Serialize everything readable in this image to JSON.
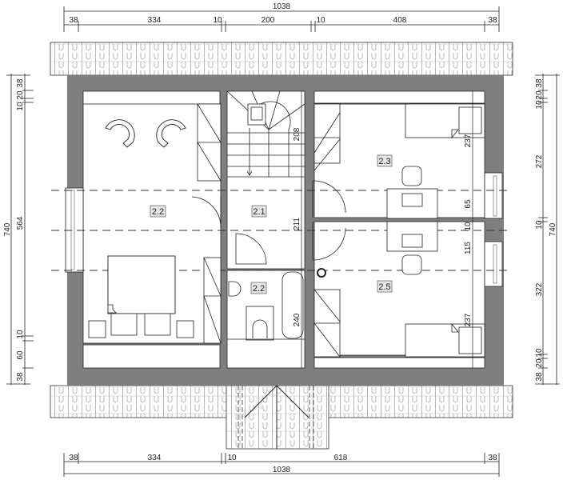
{
  "drawing": {
    "type": "attic floor plan",
    "colors": {
      "wall": "#7f7f7f",
      "line": "#222222",
      "roof_edge": "#3a9a3a",
      "background": "#ffffff",
      "label_bg": "#e6e6e6"
    }
  },
  "dimensions": {
    "top": {
      "overall": "1038",
      "segments": [
        "38",
        "334",
        "10",
        "200",
        "10",
        "408",
        "38"
      ]
    },
    "bottom": {
      "overall": "1038",
      "segments": [
        "38",
        "334",
        "10",
        "618",
        "38"
      ]
    },
    "left": {
      "overall": "740",
      "segments": [
        "38",
        "20",
        "10",
        "564",
        "10",
        "60",
        "38"
      ]
    },
    "right": {
      "overall": "740",
      "segments": [
        "38",
        "20",
        "10",
        "272",
        "10",
        "322",
        "10",
        "20",
        "38"
      ]
    },
    "interior": {
      "stair_depth": "208",
      "hall_depth": "211",
      "bath_depth": "240",
      "room23_depth": "237",
      "room23_window": "65",
      "partition": "10",
      "room25_window": "115",
      "room25_depth": "237"
    }
  },
  "rooms": [
    {
      "id": "2.2",
      "name": "bedroom-left"
    },
    {
      "id": "2.1",
      "name": "hall"
    },
    {
      "id": "2.2",
      "name": "bathroom"
    },
    {
      "id": "2.3",
      "name": "bedroom-top-right"
    },
    {
      "id": "2.5",
      "name": "bedroom-bottom-right"
    }
  ]
}
